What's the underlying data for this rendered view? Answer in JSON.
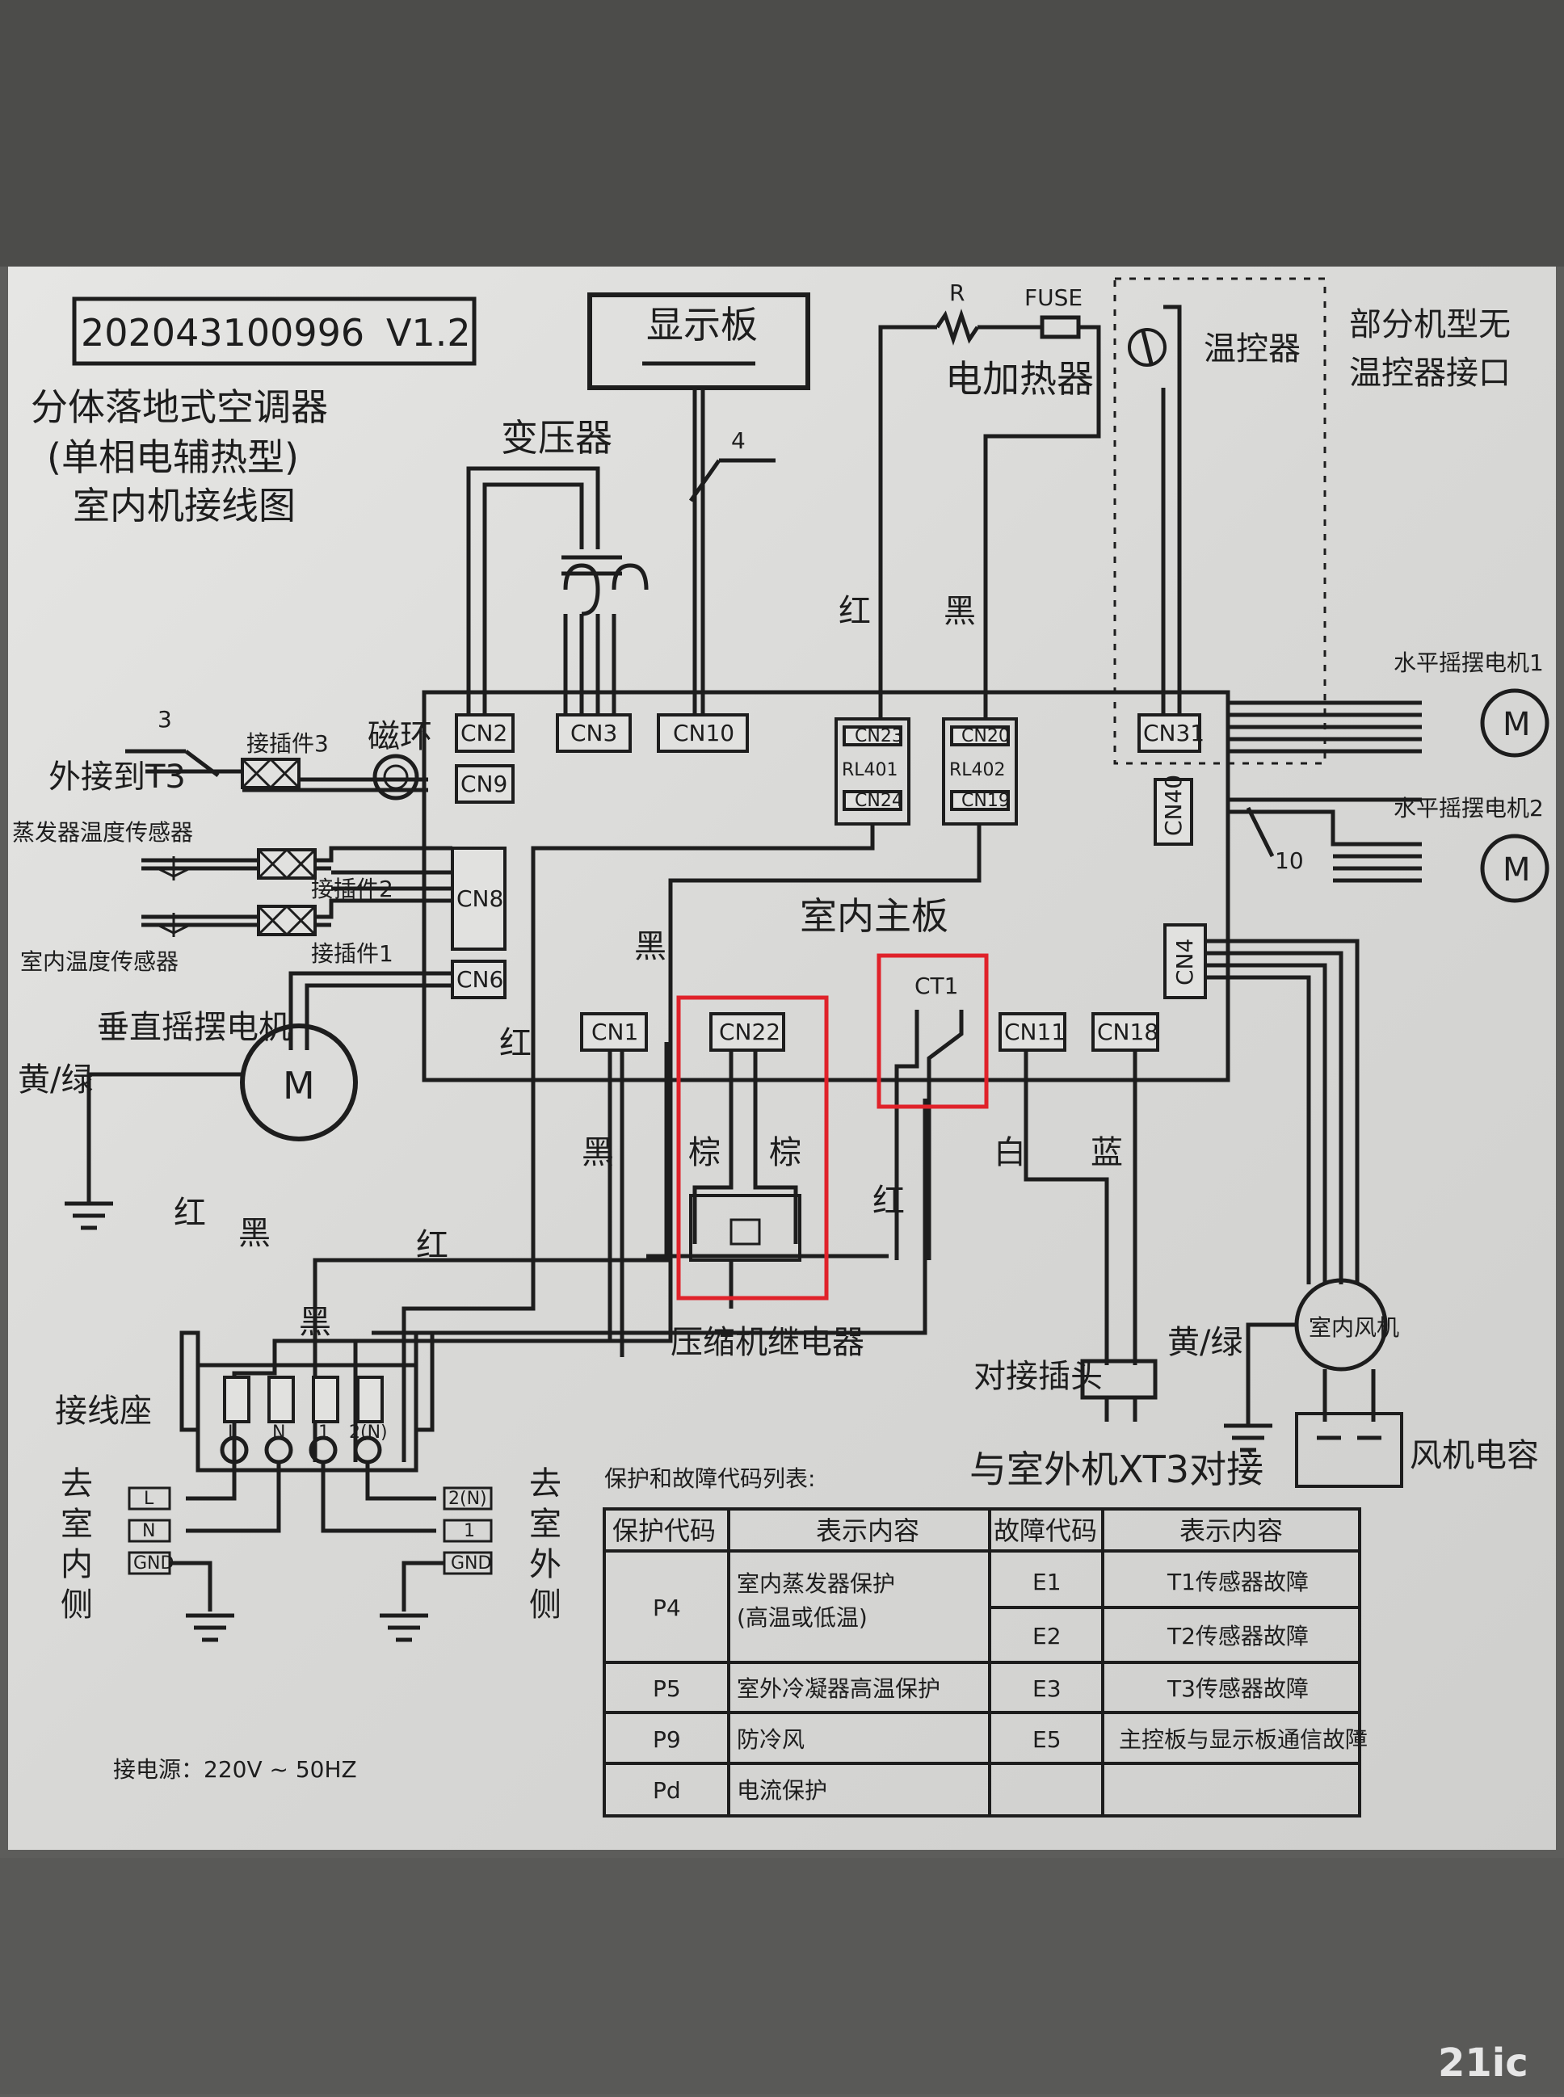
{
  "header": {
    "serial": "202043100996",
    "version": "V1.2",
    "title_line1": "分体落地式空调器",
    "title_line2": "(单相电辅热型)",
    "title_line3": "室内机接线图"
  },
  "board": {
    "display_board": "显示板",
    "transformer": "变压器",
    "main_board": "室内主板",
    "resistor": "R",
    "fuse": "FUSE",
    "heater": "电加热器",
    "thermostat": "温控器",
    "thermostat_note_line1": "部分机型无",
    "thermostat_note_line2": "温控器接口",
    "wire_count_display": "4",
    "wire_count_swing": "10",
    "wire_count_t3": "3"
  },
  "connectors": {
    "cn2": "CN2",
    "cn3": "CN3",
    "cn10": "CN10",
    "cn9": "CN9",
    "cn8": "CN8",
    "cn6": "CN6",
    "cn1": "CN1",
    "cn22": "CN22",
    "ct1": "CT1",
    "cn11": "CN11",
    "cn18": "CN18",
    "cn31": "CN31",
    "cn40": "CN40",
    "cn4": "CN4",
    "cn23": "CN23",
    "cn24": "CN24",
    "rl401": "RL401",
    "cn20": "CN20",
    "cn19": "CN19",
    "rl402": "RL402"
  },
  "left_side": {
    "ext_t3": "外接到T3",
    "connector3": "接插件3",
    "ferrite": "磁环",
    "evap_sensor": "蒸发器温度传感器",
    "connector2": "接插件2",
    "room_sensor": "室内温度传感器",
    "connector1": "接插件1",
    "vswing_motor": "垂直摇摆电机",
    "yellow_green": "黄/绿"
  },
  "right_side": {
    "hswing_motor1": "水平摇摆电机1",
    "hswing_motor2": "水平摇摆电机2",
    "indoor_fan": "室内风机",
    "fan_capacitor": "风机电容",
    "yellow_green": "黄/绿"
  },
  "motor_letter": "M",
  "wire_colors": {
    "red": "红",
    "black": "黑",
    "brown": "棕",
    "white": "白",
    "blue": "蓝"
  },
  "bottom": {
    "compressor_relay": "压缩机继电器",
    "docking_plug": "对接插头",
    "dock_outdoor": "与室外机XT3对接",
    "terminal_block": "接线座",
    "terminals": [
      "L",
      "N",
      "1",
      "2(N)"
    ],
    "to_indoor": [
      "去",
      "室",
      "内",
      "侧"
    ],
    "to_outdoor": [
      "去",
      "室",
      "外",
      "侧"
    ],
    "left_tags": [
      "L",
      "N",
      "GND"
    ],
    "right_tags": [
      "2(N)",
      "1",
      "GND"
    ],
    "power_supply": "接电源：220V ~ 50HZ"
  },
  "codes_table": {
    "caption": "保护和故障代码列表:",
    "headers": [
      "保护代码",
      "表示内容",
      "故障代码",
      "表示内容"
    ],
    "protection": [
      {
        "code": "P4",
        "line1": "室内蒸发器保护",
        "line2": "(高温或低温)"
      },
      {
        "code": "P5",
        "line1": "室外冷凝器高温保护",
        "line2": ""
      },
      {
        "code": "P9",
        "line1": "防冷风",
        "line2": ""
      },
      {
        "code": "Pd",
        "line1": "电流保护",
        "line2": ""
      }
    ],
    "faults": [
      {
        "code": "E1",
        "desc": "T1传感器故障"
      },
      {
        "code": "E2",
        "desc": "T2传感器故障"
      },
      {
        "code": "E3",
        "desc": "T3传感器故障"
      },
      {
        "code": "E5",
        "desc": "主控板与显示板通信故障"
      }
    ]
  },
  "watermark": "21ic",
  "colors": {
    "paper": "#dcdcdc",
    "ink": "#1d1d1d",
    "highlight": "#e0222a",
    "frame": "#5d5d5b"
  }
}
